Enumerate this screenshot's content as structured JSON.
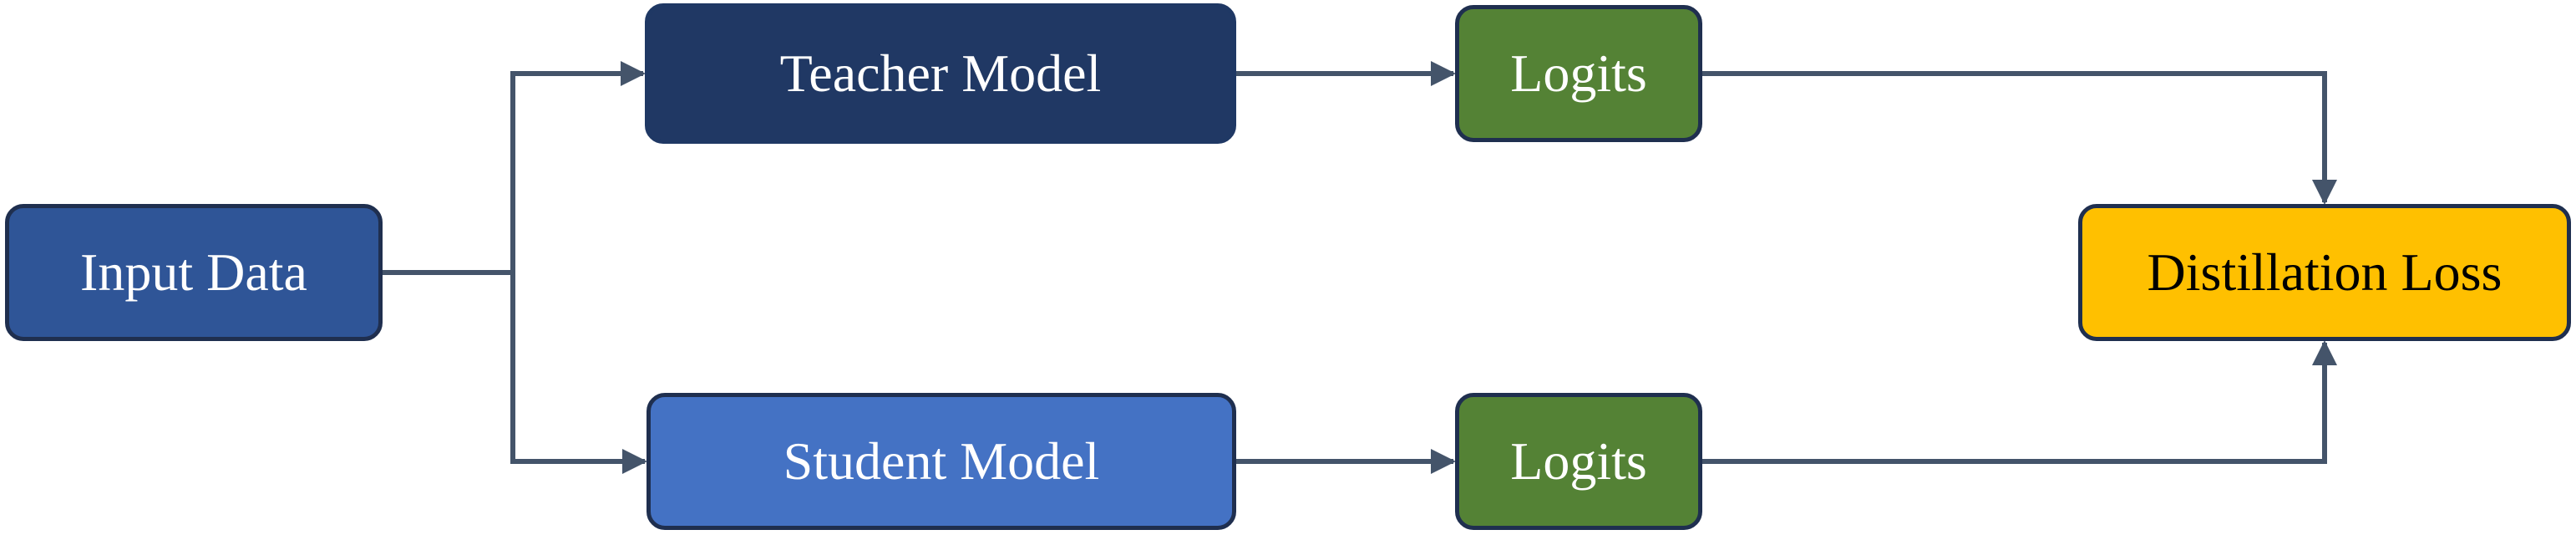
{
  "diagram": {
    "nodes": {
      "input_data": {
        "label": "Input Data",
        "fill": "#2f5597",
        "text_color": "#ffffff"
      },
      "teacher_model": {
        "label": "Teacher Model",
        "fill": "#203864",
        "text_color": "#ffffff"
      },
      "student_model": {
        "label": "Student Model",
        "fill": "#4472c4",
        "text_color": "#ffffff"
      },
      "teacher_logits": {
        "label": "Logits",
        "fill": "#548235",
        "text_color": "#ffffff"
      },
      "student_logits": {
        "label": "Logits",
        "fill": "#548235",
        "text_color": "#ffffff"
      },
      "distillation_loss": {
        "label": "Distillation Loss",
        "fill": "#ffc000",
        "text_color": "#000000"
      }
    },
    "edges": [
      {
        "from": "input_data",
        "to": "teacher_model"
      },
      {
        "from": "input_data",
        "to": "student_model"
      },
      {
        "from": "teacher_model",
        "to": "teacher_logits"
      },
      {
        "from": "student_model",
        "to": "student_logits"
      },
      {
        "from": "teacher_logits",
        "to": "distillation_loss"
      },
      {
        "from": "student_logits",
        "to": "distillation_loss"
      }
    ],
    "connector_color": "#44546a"
  }
}
